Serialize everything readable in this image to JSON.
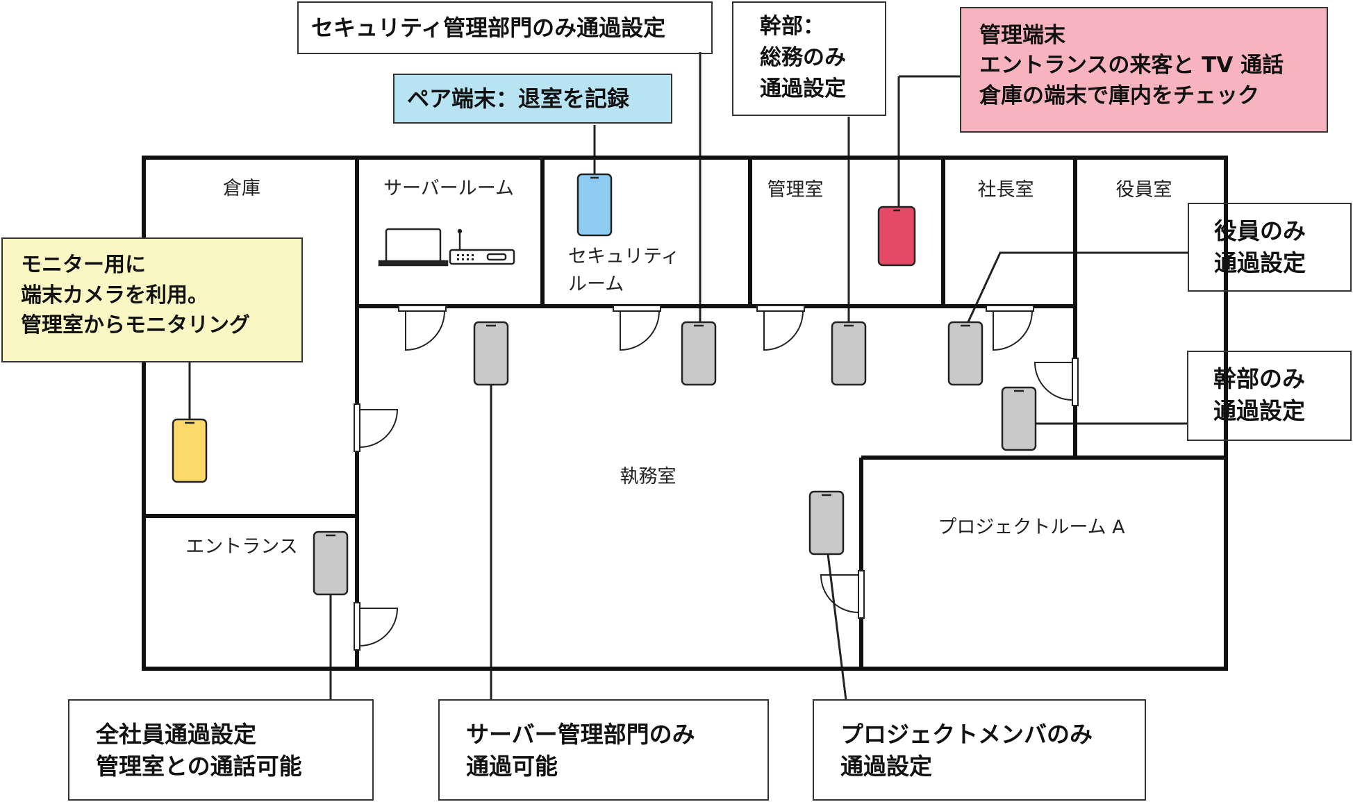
{
  "rooms": {
    "warehouse": "倉庫",
    "server_room": "サーバールーム",
    "security_room_line1": "セキュリティ",
    "security_room_line2": "ルーム",
    "admin_room": "管理室",
    "president_room": "社長室",
    "executive_room": "役員室",
    "office": "執務室",
    "entrance": "エントランス",
    "project_room": "プロジェクトルーム A"
  },
  "callouts": {
    "security_only": {
      "lines": [
        "セキュリティ管理部門のみ通過設定"
      ]
    },
    "pair_device": {
      "lines": [
        "ペア端末：退室を記録"
      ],
      "color": "#b8e3f2"
    },
    "managers": {
      "lines": [
        "幹部：",
        "総務のみ",
        "通過設定"
      ]
    },
    "admin_device": {
      "lines": [
        "管理端末",
        "エントランスの来客と TV 通話",
        "倉庫の端末で庫内をチェック"
      ],
      "color": "#f7b3be"
    },
    "monitor": {
      "lines": [
        "モニター用に",
        "端末カメラを利用。",
        "管理室からモニタリング"
      ],
      "color": "#fbf7c4"
    },
    "executives_only": {
      "lines": [
        "役員のみ",
        "通過設定"
      ]
    },
    "managers_only": {
      "lines": [
        "幹部のみ",
        "通過設定"
      ]
    },
    "all_staff": {
      "lines": [
        "全社員通過設定",
        "管理室との通話可能"
      ]
    },
    "server_only": {
      "lines": [
        "サーバー管理部門のみ",
        "通過可能"
      ]
    },
    "project_only": {
      "lines": [
        "プロジェクトメンバのみ",
        "通過設定"
      ]
    }
  },
  "device_colors": {
    "default": "#c9c9c9",
    "pair": "#8ecbf0",
    "admin": "#e54a64",
    "monitor": "#fcd96a"
  },
  "icons": [
    "laptop-icon",
    "router-icon",
    "smartphone-icon",
    "door-swing-icon"
  ]
}
